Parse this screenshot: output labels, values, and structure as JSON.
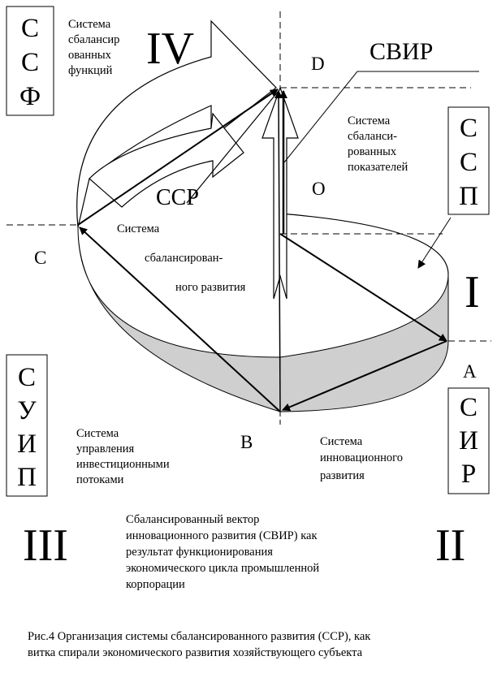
{
  "roman": {
    "i": "I",
    "ii": "II",
    "iii": "III",
    "iv": "IV"
  },
  "points": {
    "a": "A",
    "b": "B",
    "c": "C",
    "d": "D",
    "o": "O"
  },
  "labels": {
    "svir": "СВИР",
    "ssr": "ССР"
  },
  "boxes": {
    "ssf": [
      "С",
      "С",
      "Ф"
    ],
    "ssp": [
      "С",
      "С",
      "П"
    ],
    "suip": [
      "С",
      "У",
      "И",
      "П"
    ],
    "sir": [
      "С",
      "И",
      "Р"
    ]
  },
  "texts": {
    "ssf_desc": [
      "Система",
      "сбалансир",
      "ованных",
      "функций"
    ],
    "ssp_desc": [
      "Система",
      "сбаланси-",
      "рованных",
      "показателей"
    ],
    "ssr_desc": [
      "Система",
      "сбалансирован-",
      "ного развития"
    ],
    "suip_desc": [
      "Система",
      "управления",
      "инвестиционными",
      "потоками"
    ],
    "sir_desc": [
      "Система",
      "инновационного",
      "развития"
    ],
    "vector_desc": [
      "Сбалансированный вектор",
      "инновационного развития (СВИР) как",
      "результат функционирования",
      "экономического цикла промышленной",
      "корпорации"
    ]
  },
  "caption": [
    "Рис.4 Организация системы сбалансированного развития (ССР), как",
    "витка спирали экономического развития хозяйствующего субъекта"
  ]
}
